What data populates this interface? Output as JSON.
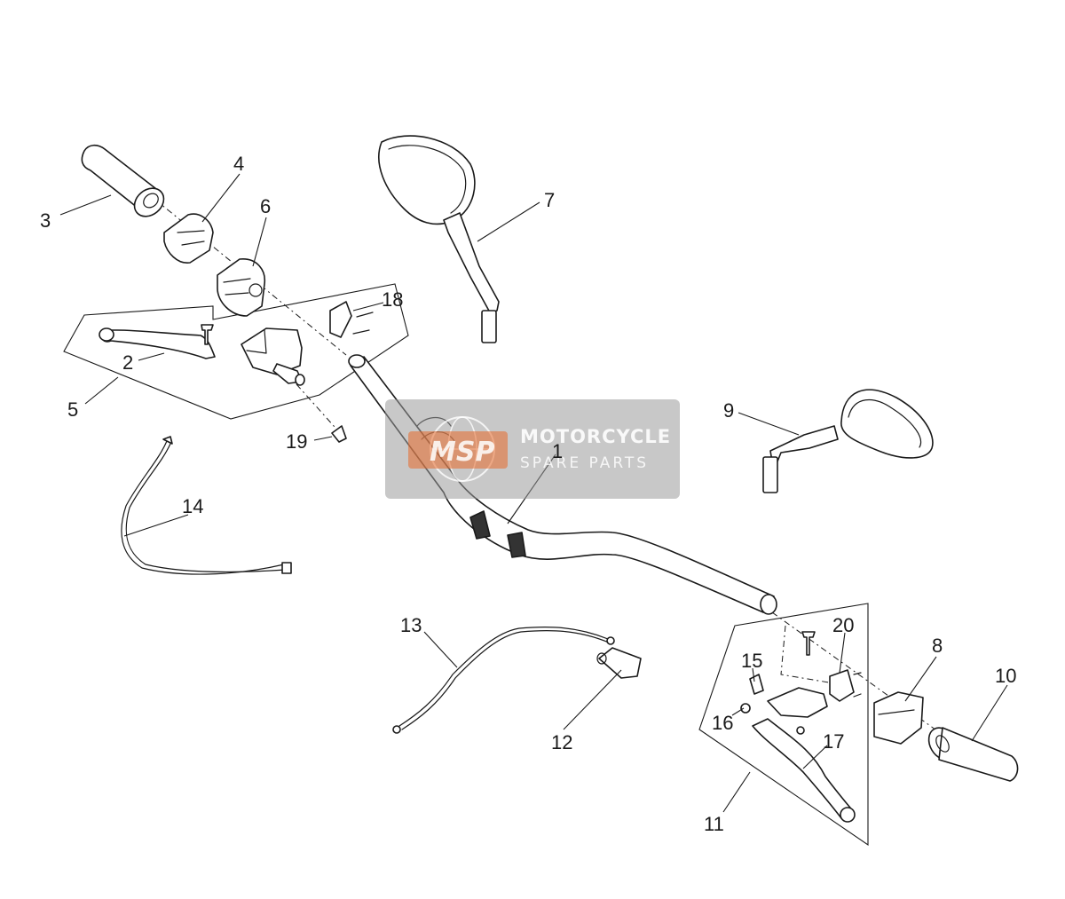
{
  "colors": {
    "line": "#1a1a1a",
    "background": "#ffffff",
    "watermark_bg": "#9a9a9a",
    "watermark_accent": "#e8692a"
  },
  "watermark": {
    "logo": "MSP",
    "title": "MOTORCYCLE",
    "subtitle": "SPARE PARTS"
  },
  "callouts": {
    "c1": "1",
    "c2": "2",
    "c3": "3",
    "c4": "4",
    "c5": "5",
    "c6": "6",
    "c7": "7",
    "c8": "8",
    "c9": "9",
    "c10": "10",
    "c11": "11",
    "c12": "12",
    "c13": "13",
    "c14": "14",
    "c15": "15",
    "c16": "16",
    "c17": "17",
    "c18": "18",
    "c19": "19",
    "c20": "20"
  }
}
